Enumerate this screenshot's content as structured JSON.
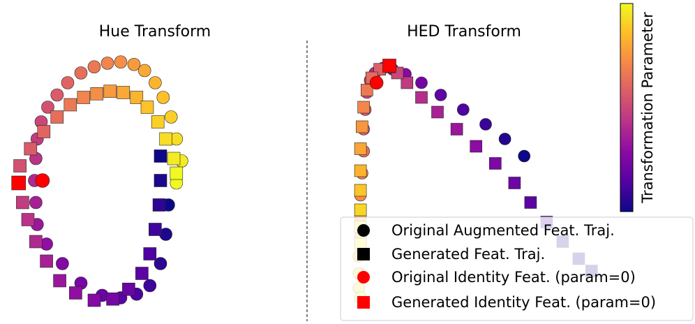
{
  "colors": {
    "identity_original": "#ff0000",
    "identity_generated": "#ff0000",
    "divider": "#000000",
    "colormap": [
      "#0d0887",
      "#5302a3",
      "#8b0aa5",
      "#b83289",
      "#db5c68",
      "#f48849",
      "#febd2a",
      "#f0f921"
    ]
  },
  "colorbar": {
    "label": "Transformation Parameter"
  },
  "legend": {
    "placement": "lower-right",
    "items": [
      {
        "label": "Original Augmented Feat. Traj.",
        "marker": "circle",
        "color": "#000000"
      },
      {
        "label": "Generated Feat. Traj.",
        "marker": "square",
        "color": "#000000"
      },
      {
        "label": "Original Identity Feat. (param=0)",
        "marker": "circle",
        "color": "#ff0000"
      },
      {
        "label": "Generated Identity Feat. (param=0)",
        "marker": "square",
        "color": "#ff0000"
      }
    ]
  },
  "chart_data": [
    {
      "type": "scatter",
      "title": "Hue Transform",
      "xlim": [
        0,
        10
      ],
      "ylim": [
        0,
        10
      ],
      "series": [
        {
          "marker": "circle",
          "points": [
            [
              5.3,
              3.9
            ],
            [
              5.2,
              2.7
            ],
            [
              5.0,
              1.5
            ],
            [
              4.6,
              0.6
            ],
            [
              4.1,
              0.25
            ],
            [
              3.5,
              0.1
            ],
            [
              2.8,
              0.2
            ],
            [
              2.0,
              0.7
            ],
            [
              1.3,
              1.5
            ],
            [
              0.7,
              2.3
            ],
            [
              0.35,
              3.1
            ],
            [
              0.3,
              4.0
            ],
            [
              0.25,
              4.9
            ],
            [
              0.3,
              5.8
            ],
            [
              0.35,
              6.6
            ],
            [
              0.5,
              7.3
            ],
            [
              0.75,
              7.9
            ],
            [
              1.1,
              8.4
            ],
            [
              1.5,
              8.9
            ],
            [
              2.0,
              9.3
            ],
            [
              2.5,
              9.55
            ],
            [
              3.0,
              9.7
            ],
            [
              3.5,
              9.75
            ],
            [
              4.0,
              9.65
            ],
            [
              4.4,
              9.4
            ],
            [
              4.8,
              8.9
            ],
            [
              5.1,
              8.3
            ],
            [
              5.4,
              7.5
            ],
            [
              5.6,
              6.6
            ],
            [
              5.8,
              5.7
            ],
            [
              5.6,
              4.8
            ]
          ]
        },
        {
          "marker": "square",
          "points": [
            [
              5.0,
              5.9
            ],
            [
              5.0,
              4.9
            ],
            [
              4.95,
              3.9
            ],
            [
              4.8,
              2.9
            ],
            [
              4.6,
              1.9
            ],
            [
              4.3,
              1.1
            ],
            [
              3.8,
              0.45
            ],
            [
              3.2,
              0.05
            ],
            [
              2.5,
              0.0
            ],
            [
              1.8,
              0.3
            ],
            [
              1.2,
              0.8
            ],
            [
              0.7,
              1.6
            ],
            [
              0.3,
              2.4
            ],
            [
              0.0,
              3.3
            ],
            [
              -0.2,
              4.0
            ],
            [
              -0.35,
              4.8
            ],
            [
              -0.3,
              5.5
            ],
            [
              0.1,
              6.2
            ],
            [
              0.6,
              6.9
            ],
            [
              1.1,
              7.5
            ],
            [
              1.6,
              8.0
            ],
            [
              2.1,
              8.3
            ],
            [
              2.6,
              8.45
            ],
            [
              3.1,
              8.55
            ],
            [
              3.6,
              8.5
            ],
            [
              4.1,
              8.3
            ],
            [
              4.5,
              7.9
            ],
            [
              4.9,
              7.3
            ],
            [
              5.2,
              6.6
            ],
            [
              5.5,
              5.8
            ],
            [
              5.6,
              5.2
            ]
          ]
        }
      ],
      "identity": {
        "original": [
          0.55,
          4.9
        ],
        "generated": [
          -0.35,
          4.8
        ]
      }
    },
    {
      "type": "scatter",
      "title": "HED Transform",
      "xlim": [
        0,
        10
      ],
      "ylim": [
        0,
        10
      ],
      "series": [
        {
          "marker": "circle",
          "points": [
            [
              7.2,
              5.9
            ],
            [
              6.6,
              6.6
            ],
            [
              6.0,
              7.2
            ],
            [
              5.3,
              7.8
            ],
            [
              4.6,
              8.4
            ],
            [
              4.0,
              8.9
            ],
            [
              3.5,
              9.25
            ],
            [
              3.1,
              9.45
            ],
            [
              2.8,
              9.5
            ],
            [
              2.55,
              9.3
            ],
            [
              2.4,
              9.0
            ],
            [
              2.3,
              8.5
            ],
            [
              2.25,
              7.8
            ],
            [
              2.2,
              7.0
            ],
            [
              2.2,
              6.1
            ],
            [
              2.15,
              5.2
            ],
            [
              2.1,
              4.3
            ],
            [
              2.1,
              3.4
            ],
            [
              2.1,
              2.6
            ],
            [
              2.05,
              1.8
            ],
            [
              2.05,
              1.1
            ],
            [
              2.05,
              0.5
            ],
            [
              2.1,
              0.1
            ]
          ]
        },
        {
          "marker": "square",
          "points": [
            [
              9.3,
              1.2
            ],
            [
              8.9,
              1.7
            ],
            [
              8.4,
              2.4
            ],
            [
              7.9,
              3.2
            ],
            [
              7.4,
              4.0
            ],
            [
              6.9,
              4.8
            ],
            [
              6.3,
              5.6
            ],
            [
              5.7,
              6.3
            ],
            [
              5.1,
              7.0
            ],
            [
              4.5,
              7.7
            ],
            [
              4.0,
              8.3
            ],
            [
              3.55,
              8.9
            ],
            [
              3.25,
              9.3
            ],
            [
              3.0,
              9.55
            ],
            [
              2.7,
              9.45
            ],
            [
              2.45,
              9.1
            ],
            [
              2.3,
              8.6
            ],
            [
              2.2,
              7.9
            ],
            [
              2.15,
              7.1
            ],
            [
              2.1,
              6.2
            ],
            [
              2.1,
              5.3
            ],
            [
              2.1,
              4.5
            ],
            [
              2.1,
              3.7
            ],
            [
              2.1,
              3.0
            ],
            [
              2.1,
              2.3
            ]
          ]
        }
      ],
      "identity": {
        "original": [
          2.6,
          8.9
        ],
        "generated": [
          3.0,
          9.6
        ]
      }
    }
  ]
}
